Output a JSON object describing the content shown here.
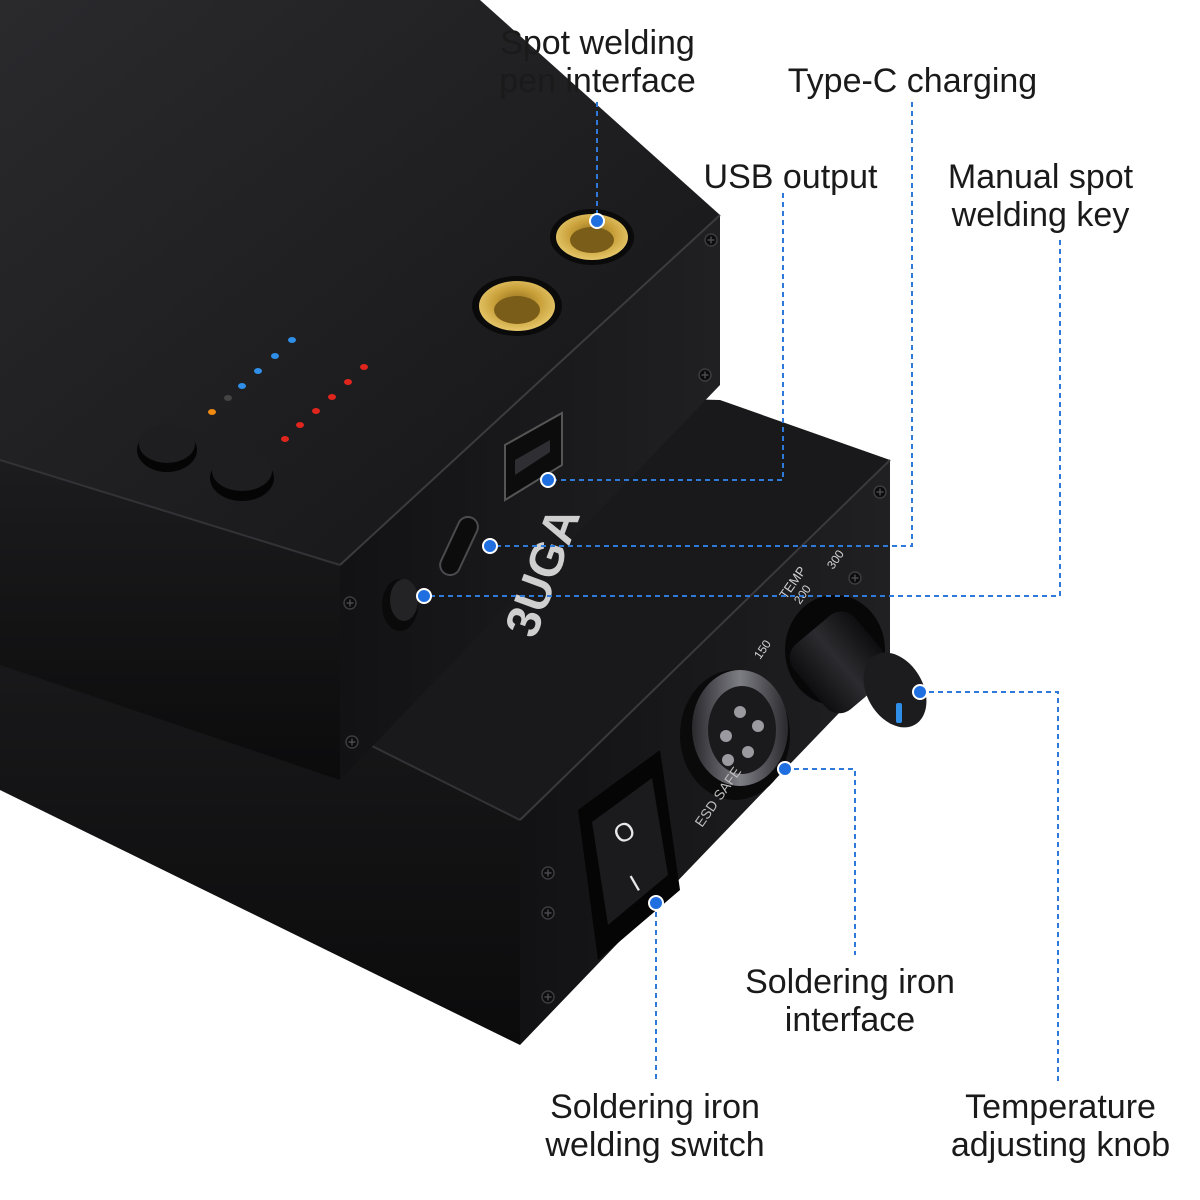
{
  "callouts": {
    "spot_pen": {
      "line1": "Spot welding",
      "line2": "pen interface"
    },
    "type_c": {
      "line1": "Type-C charging"
    },
    "usb": {
      "line1": "USB output"
    },
    "manual_key": {
      "line1": "Manual spot",
      "line2": "welding key"
    },
    "iron_interface": {
      "line1": "Soldering iron",
      "line2": "interface"
    },
    "iron_switch": {
      "line1": "Soldering iron",
      "line2": "welding switch"
    },
    "temp_knob": {
      "line1": "Temperature",
      "line2": "adjusting knob"
    }
  },
  "device": {
    "brand_mark": "3UGA",
    "knob_label": "TEMP",
    "knob_scale": [
      "150",
      "200",
      "300"
    ],
    "switch_symbols": [
      "O",
      "I"
    ],
    "connector_label": "ESD SAFE"
  },
  "colors": {
    "accent_blue": "#1f6fe0",
    "body_black": "#1a1a1c",
    "brass": "#c9a03a",
    "led_red": "#e0251d",
    "led_blue": "#2f8fe8",
    "led_orange": "#f08a12"
  }
}
